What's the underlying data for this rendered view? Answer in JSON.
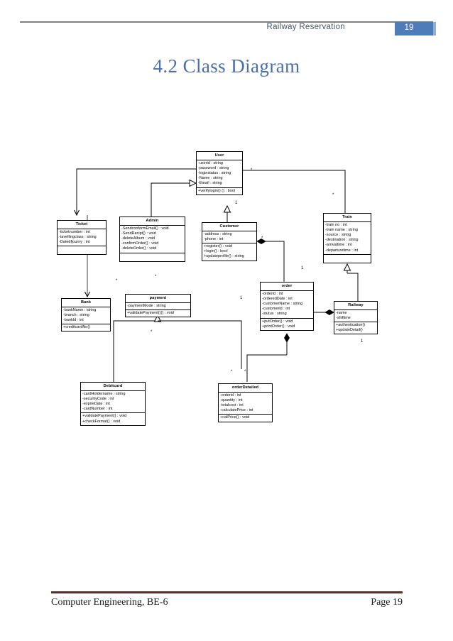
{
  "header": {
    "title": "Railway Reservation",
    "page_number": "19"
  },
  "title": "4.2 Class Diagram",
  "footer": {
    "left": "Computer Engineering, BE-6",
    "right": "Page 19"
  },
  "colors": {
    "header_accent": "#4e7cb8",
    "header_text": "#44546a",
    "title_text": "#4a6fa5",
    "footer_rule": "#5c2b27",
    "line": "#000000"
  },
  "chart_data": {
    "type": "diagram",
    "diagram_type": "uml-class-diagram",
    "title": "4.2 Class Diagram",
    "classes": [
      {
        "id": "user",
        "name": "User",
        "attributes": [
          "-userid : string",
          "-password : string",
          "-loginstatus : string",
          "-Name : string",
          "-Email : string"
        ],
        "methods": [
          "+verifylogin() () : bool"
        ]
      },
      {
        "id": "ticket",
        "name": "Ticket",
        "attributes": [
          "-ticketnumber : int",
          "-tavellingclass : string",
          "-Datedfjourny : int"
        ],
        "methods": []
      },
      {
        "id": "admin",
        "name": "Admin",
        "attributes": [
          "-SendconformEmail() : void",
          "-SendRecipt() : void",
          "-deleteAlbum  : void",
          "-confirmOrder() : void",
          "-deleteOrder() : void"
        ],
        "methods": []
      },
      {
        "id": "customer",
        "name": "Customer",
        "attributes": [
          "-address : string",
          "-phone : int"
        ],
        "methods": [
          "+register() : void",
          "+login() : bool",
          "+updateprofile() : string"
        ]
      },
      {
        "id": "train",
        "name": "Train",
        "attributes": [
          "-train no : int",
          "-train name : string",
          "-source : string",
          "-destination : string",
          "-arrivaltime : int",
          "-departuretime : int"
        ],
        "methods": []
      },
      {
        "id": "bank",
        "name": "Bank",
        "attributes": [
          "-bankName : string",
          "-branch : string",
          "-bankId : int"
        ],
        "methods": [
          "+creditcardNo()"
        ]
      },
      {
        "id": "payment",
        "name": "payment",
        "attributes": [
          "-paymentMode : string"
        ],
        "methods": [
          "+validatePayment()() : void"
        ]
      },
      {
        "id": "order",
        "name": "order",
        "attributes": [
          "-orderid : int",
          "-orderedDate : int",
          "-customerName : string",
          "-customerid : int",
          "-stutus : string"
        ],
        "methods": [
          "+putOrder() : void",
          "+printOrder() : void"
        ]
      },
      {
        "id": "railway",
        "name": "Railway",
        "attributes": [
          "-name",
          "-shiftime"
        ],
        "methods": [
          "+authentication()",
          "+updateDetail()"
        ]
      },
      {
        "id": "debitcard",
        "name": "Debitcard",
        "attributes": [
          "-cardHoldername : string",
          "-securityCode : int",
          "-expireDate : int",
          "-cardNumber : int"
        ],
        "methods": [
          "+validatePayment() : void",
          "+checkFormat() : void"
        ]
      },
      {
        "id": "orderdetailed",
        "name": "orderDetailed",
        "attributes": [
          "-orderid : int",
          "-quantity : int",
          "-totalcost : int",
          "-calculatePrice : int"
        ],
        "methods": [
          "+calPrice() : void"
        ]
      }
    ],
    "relationships": [
      {
        "from": "admin",
        "to": "user",
        "type": "generalization"
      },
      {
        "from": "customer",
        "to": "user",
        "type": "generalization"
      },
      {
        "from": "user",
        "to": "ticket",
        "type": "association-directed"
      },
      {
        "from": "user",
        "to": "bank",
        "type": "association-directed"
      },
      {
        "from": "user",
        "to": "train",
        "type": "association"
      },
      {
        "from": "railway",
        "to": "train",
        "type": "generalization"
      },
      {
        "from": "debitcard",
        "to": "payment",
        "type": "generalization"
      },
      {
        "from": "order",
        "to": "customer",
        "type": "composition"
      },
      {
        "from": "orderdetailed",
        "to": "order",
        "type": "composition"
      },
      {
        "from": "order",
        "to": "railway",
        "type": "composition"
      }
    ],
    "multiplicity_labels": [
      {
        "label": "*",
        "near": "user-train"
      },
      {
        "label": "*",
        "near": "train-top"
      },
      {
        "label": "1",
        "near": "user-bottom"
      },
      {
        "label": "*",
        "near": "customer-right"
      },
      {
        "label": "*",
        "near": "ticket-right"
      },
      {
        "label": "1",
        "near": "order-top"
      },
      {
        "label": "1",
        "near": "order-left"
      },
      {
        "label": "*",
        "near": "payment-right"
      },
      {
        "label": "*",
        "near": "bank-right"
      },
      {
        "label": "1",
        "near": "railway-bottom"
      },
      {
        "label": "*",
        "near": "orderdetailed-left"
      },
      {
        "label": "*",
        "near": "orderdetailed-top"
      }
    ]
  }
}
